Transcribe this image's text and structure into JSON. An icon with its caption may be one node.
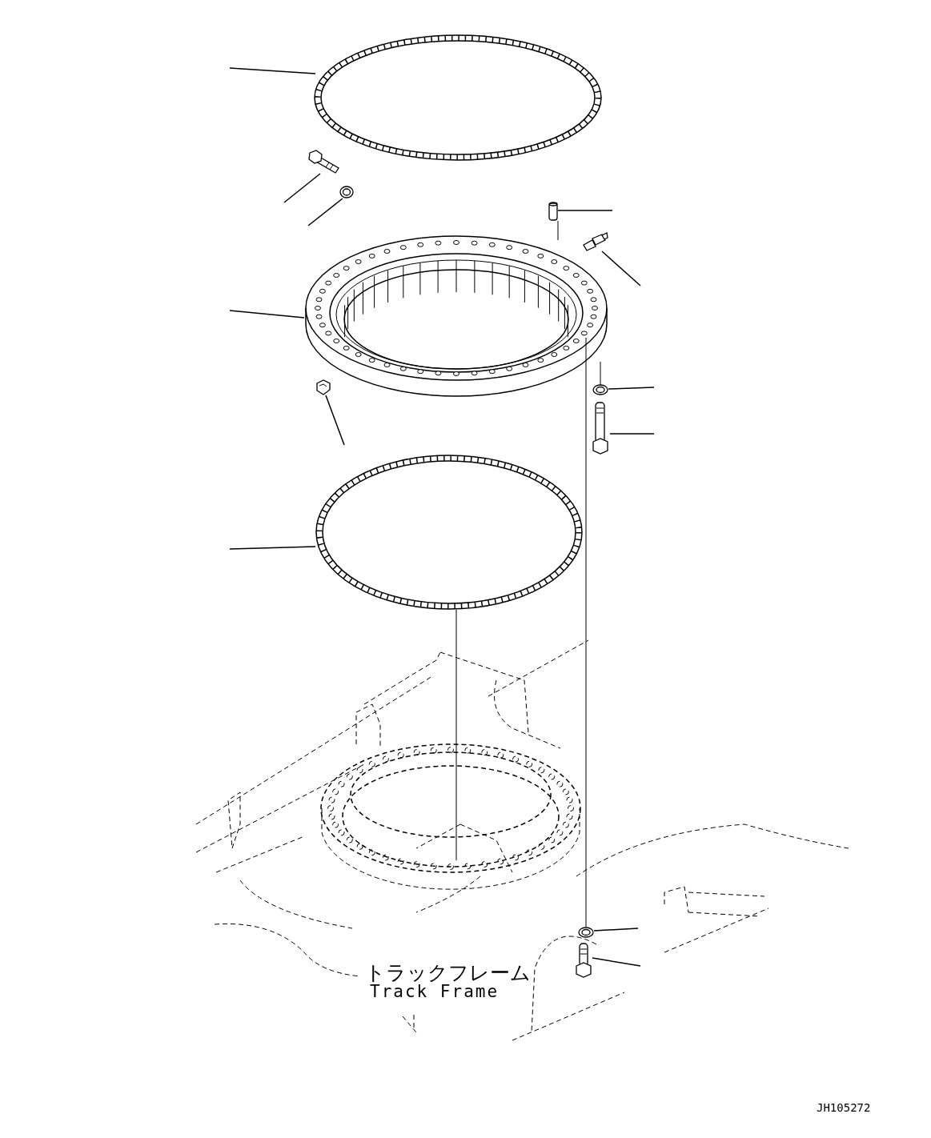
{
  "diagram": {
    "nodes": [
      {
        "text": [],
        "shape": "picture"
      },
      {
        "text": [],
        "shape": "picture"
      },
      {
        "text": [],
        "shape": "picture"
      },
      {
        "text": [],
        "shape": "cylinder"
      },
      {
        "text": [],
        "shape": "picture"
      },
      {
        "text": [],
        "shape": "picture"
      },
      {
        "text": [],
        "shape": "picture"
      },
      {
        "text": [],
        "shape": "picture"
      },
      {
        "text": [],
        "shape": "picture"
      },
      {
        "text": [],
        "shape": "picture"
      },
      {
        "text": [],
        "shape": "picture"
      },
      {
        "text": [],
        "shape": "picture"
      },
      {
        "text": [],
        "shape": "picture"
      }
    ],
    "edges": [
      {
        "from": null,
        "to": 0,
        "arrow": "none"
      },
      {
        "from": null,
        "to": 1,
        "arrow": "none"
      },
      {
        "from": null,
        "to": 2,
        "arrow": "none"
      },
      {
        "from": null,
        "to": 3,
        "arrow": "none"
      },
      {
        "from": null,
        "to": 4,
        "arrow": "none"
      },
      {
        "from": null,
        "to": 5,
        "arrow": "none"
      },
      {
        "from": null,
        "to": 6,
        "arrow": "none"
      },
      {
        "from": null,
        "to": 7,
        "arrow": "none"
      },
      {
        "from": null,
        "to": 8,
        "arrow": "none"
      },
      {
        "from": null,
        "to": 9,
        "arrow": "none"
      },
      {
        "from": null,
        "to": 10,
        "arrow": "none"
      },
      {
        "from": null,
        "to": 11,
        "arrow": "none"
      },
      {
        "from": 3,
        "to": 5,
        "arrow": "none"
      },
      {
        "from": 5,
        "to": 10,
        "arrow": "none"
      },
      {
        "from": 7,
        "to": 5,
        "arrow": "none"
      },
      {
        "from": 9,
        "to": 12,
        "arrow": "none"
      }
    ],
    "labels": [
      "トラックフレーム",
      "Track Frame",
      "JH105272"
    ]
  }
}
